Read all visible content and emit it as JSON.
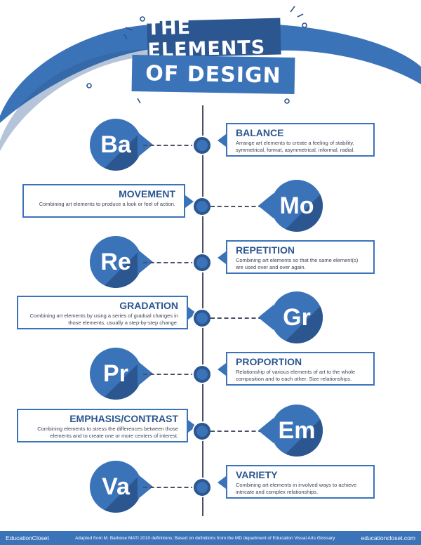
{
  "title": {
    "line1": "THE ELEMENTS",
    "line2": "OF DESIGN"
  },
  "colors": {
    "primary": "#3b73b9",
    "dark": "#2c5690",
    "line": "#4a4f62",
    "text": "#3f4458"
  },
  "elements": [
    {
      "symbol": "Ba",
      "name": "BALANCE",
      "description": "Arrange art elements to create a feeling of stability, symmetrical, format, asymmetrical, informal, radial."
    },
    {
      "symbol": "Mo",
      "name": "MOVEMENT",
      "description": "Combining art elements to produce a look or feel of action."
    },
    {
      "symbol": "Re",
      "name": "REPETITION",
      "description": "Combining art elements so that the same element(s) are used over and over again."
    },
    {
      "symbol": "Gr",
      "name": "GRADATION",
      "description": "Combining art elements by using a series of gradual changes in those elements, usually a step-by-step change."
    },
    {
      "symbol": "Pr",
      "name": "PROPORTION",
      "description": "Relationship of various elements of art to the whole composition and to each other. Size relationships."
    },
    {
      "symbol": "Em",
      "name": "EMPHASIS/CONTRAST",
      "description": "Combining elements to stress the differences between those elements and to create one or more centers of interest."
    },
    {
      "symbol": "Va",
      "name": "VARIETY",
      "description": "Combining art elements in involved ways to achieve intricate and complex relationships."
    }
  ],
  "footer": {
    "brand": "EducationCloset",
    "credit": "Adapted from M. Barbose MATI 2010 definitions; Based on definitions from the MD department of Education Visual Arts Glossary",
    "url": "educationcloset.com"
  }
}
